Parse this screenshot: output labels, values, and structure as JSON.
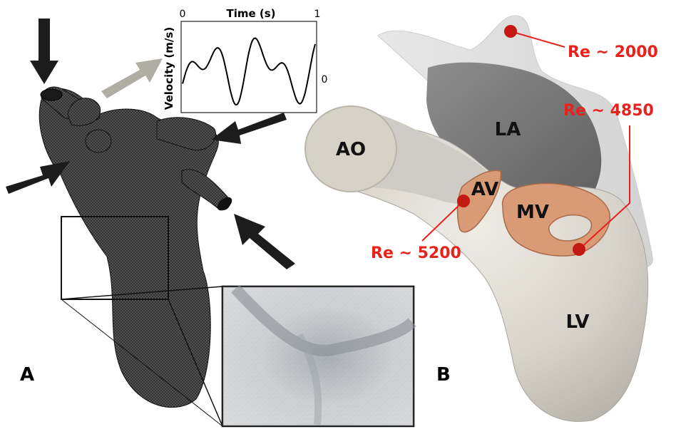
{
  "panels": {
    "left": "A",
    "right": "B"
  },
  "inset_plot": {
    "xlabel": "Time (s)",
    "ylabel": "Velocity (m/s)",
    "x_tick_start": "0",
    "x_tick_end": "1",
    "y_tick_zero": "0"
  },
  "structures": {
    "aorta": "AO",
    "left_atrium": "LA",
    "aortic_valve": "AV",
    "mitral_valve": "MV",
    "left_ventricle": "LV"
  },
  "reynolds": {
    "pulmonary_vein": "Re ~ 2000",
    "left_ventricle": "Re ~ 4850",
    "aortic_valve": "Re ~ 5200"
  },
  "colors": {
    "reynolds_red": "#e8211d",
    "flow_arrow": "#1c1c1c",
    "outflow_arrow": "#b0ada4",
    "valve": "#d99a76",
    "tissue": "#dcd8d0"
  }
}
